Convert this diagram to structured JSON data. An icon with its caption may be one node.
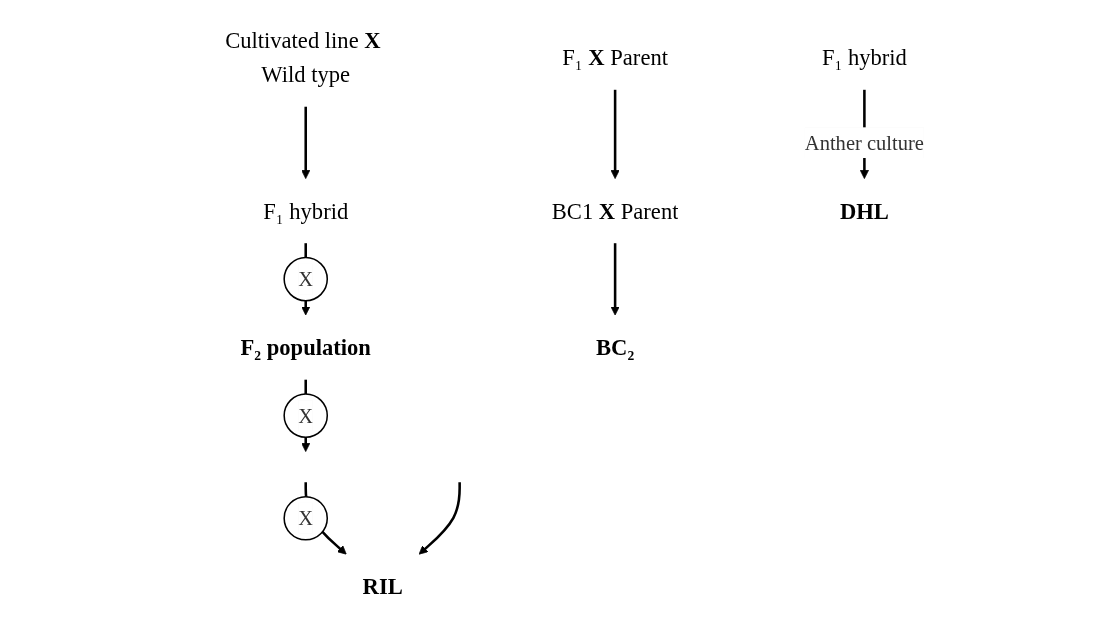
{
  "diagram": {
    "nodes": [
      {
        "text": [
          "Cultivated line **X** Wild type"
        ]
      },
      {
        "text": [
          "F₁ hybrid"
        ]
      },
      {
        "text": [
          "F₂ population"
        ]
      },
      {
        "text": [
          "RIL"
        ]
      },
      {
        "text": [
          "F₁ **X** Parent"
        ]
      },
      {
        "text": [
          "BC1 **X** Parent"
        ]
      },
      {
        "text": [
          "BC₂"
        ]
      },
      {
        "text": [
          "F₁ hybrid"
        ]
      },
      {
        "text": [
          "DHL"
        ]
      }
    ],
    "edges": [
      {
        "from": 0,
        "to": 1,
        "arrow": "to"
      },
      {
        "from": 1,
        "to": 2,
        "arrow": "to",
        "label": "X"
      },
      {
        "from": 2,
        "to": null,
        "arrow": "to",
        "label": "X"
      },
      {
        "from": null,
        "to": 3,
        "arrow": "to",
        "label": "X"
      },
      {
        "from": null,
        "to": 3,
        "arrow": "to"
      },
      {
        "from": 4,
        "to": 5,
        "arrow": "to"
      },
      {
        "from": 5,
        "to": 6,
        "arrow": "to"
      },
      {
        "from": 7,
        "to": 8,
        "arrow": "to",
        "label": "Anther culture"
      }
    ]
  }
}
